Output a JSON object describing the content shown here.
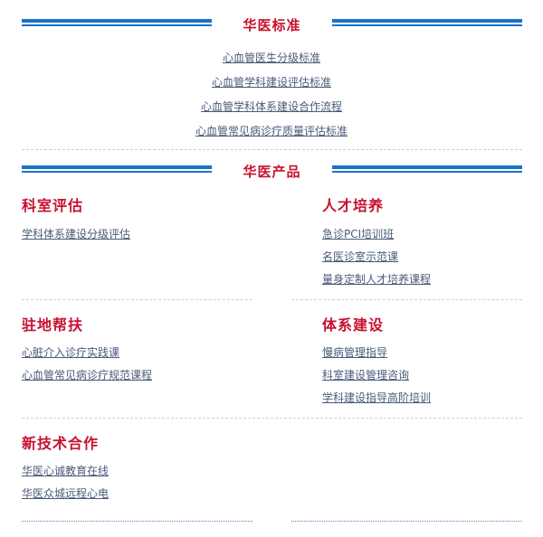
{
  "standards": {
    "title": "华医标准",
    "links": [
      "心血管医生分级标准",
      "心血管学科建设评估标准",
      "心血管学科体系建设合作流程",
      "心血管常见病诊疗质量评估标准"
    ]
  },
  "products": {
    "title": "华医产品",
    "categories": {
      "assessment": {
        "title": "科室评估",
        "links": [
          "学科体系建设分级评估"
        ]
      },
      "talent": {
        "title": "人才培养",
        "links": [
          "急诊PCI培训班",
          "名医诊室示范课",
          "量身定制人才培养课程"
        ]
      },
      "onsite": {
        "title": "驻地帮扶",
        "links": [
          "心脏介入诊疗实践课",
          "心血管常见病诊疗规范课程"
        ]
      },
      "system": {
        "title": "体系建设",
        "links": [
          "慢病管理指导",
          "科室建设管理咨询",
          "学科建设指导高阶培训"
        ]
      },
      "tech": {
        "title": "新技术合作",
        "links": [
          "华医心诚教育在线",
          "华医众城远程心电"
        ]
      }
    }
  },
  "colors": {
    "accent_red": "#c8102e",
    "bar_blue": "#1a73c8",
    "link": "#4a5a7a"
  }
}
